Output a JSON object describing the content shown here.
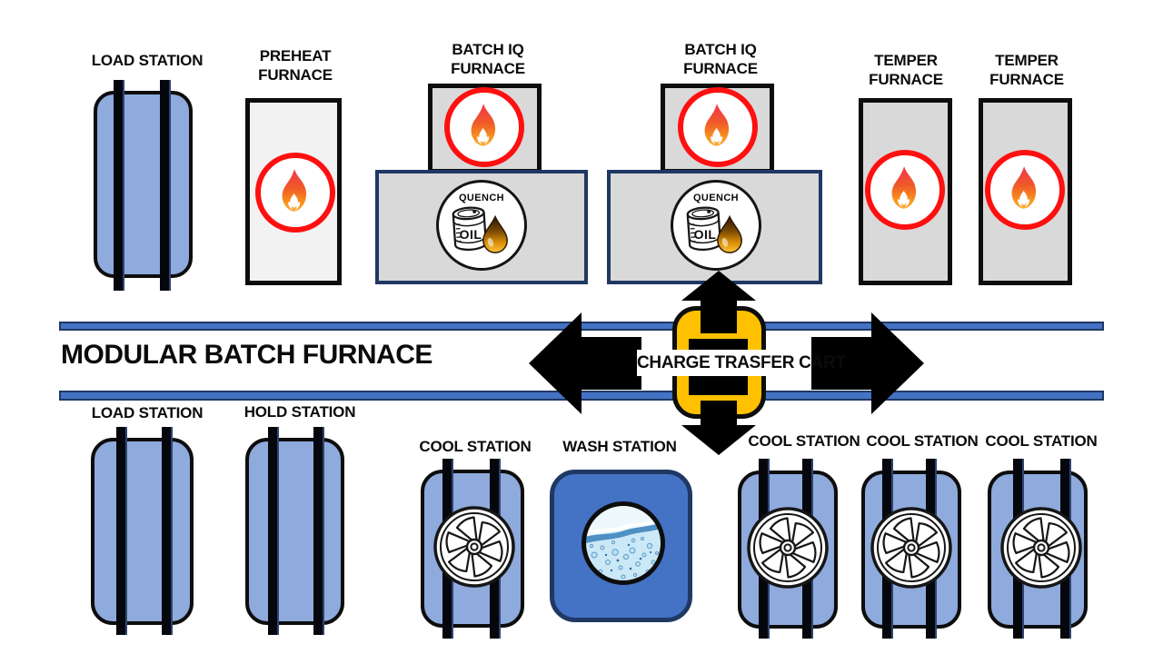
{
  "title": "MODULAR BATCH FURNACE",
  "cart": {
    "label": "CHARGE TRASFER CART"
  },
  "quench_badge": {
    "title": "QUENCH",
    "oil": "OIL"
  },
  "stations": {
    "top_row": [
      {
        "name": "load-station",
        "lines": [
          "LOAD STATION"
        ]
      },
      {
        "name": "preheat-furnace",
        "lines": [
          "PREHEAT",
          "FURNACE"
        ]
      },
      {
        "name": "batch-iq-furnace-1",
        "lines": [
          "BATCH IQ",
          "FURNACE"
        ]
      },
      {
        "name": "batch-iq-furnace-2",
        "lines": [
          "BATCH IQ",
          "FURNACE"
        ]
      },
      {
        "name": "temper-furnace-1",
        "lines": [
          "TEMPER",
          "FURNACE"
        ]
      },
      {
        "name": "temper-furnace-2",
        "lines": [
          "TEMPER",
          "FURNACE"
        ]
      }
    ],
    "bottom_row": [
      {
        "name": "load-station-bottom",
        "lines": [
          "LOAD STATION"
        ]
      },
      {
        "name": "hold-station",
        "lines": [
          "HOLD STATION"
        ]
      },
      {
        "name": "cool-station-1",
        "lines": [
          "COOL STATION"
        ]
      },
      {
        "name": "wash-station",
        "lines": [
          "WASH STATION"
        ]
      },
      {
        "name": "cool-station-2",
        "lines": [
          "COOL STATION"
        ]
      },
      {
        "name": "cool-station-3",
        "lines": [
          "COOL STATION"
        ]
      },
      {
        "name": "cool-station-4",
        "lines": [
          "COOL STATION"
        ]
      }
    ]
  },
  "icons": {
    "flame": "flame-icon",
    "quench_oil": "quench-oil-icon",
    "fan": "fan-icon",
    "water": "water-icon",
    "arrows": [
      "arrow-left-icon",
      "arrow-right-icon",
      "arrow-up-icon",
      "arrow-down-icon"
    ]
  },
  "colors": {
    "station_blue": "#8FAADC",
    "rail_blue": "#4472C4",
    "dark_navy_border": "#1F3864",
    "furnace_gray": "#D9D9D9",
    "preheat_gray": "#F2F2F2",
    "cart_orange": "#FFC000",
    "flame_ring_red": "#FE1010",
    "arrow_black": "#000000",
    "wash_blue": "#4472C4"
  }
}
